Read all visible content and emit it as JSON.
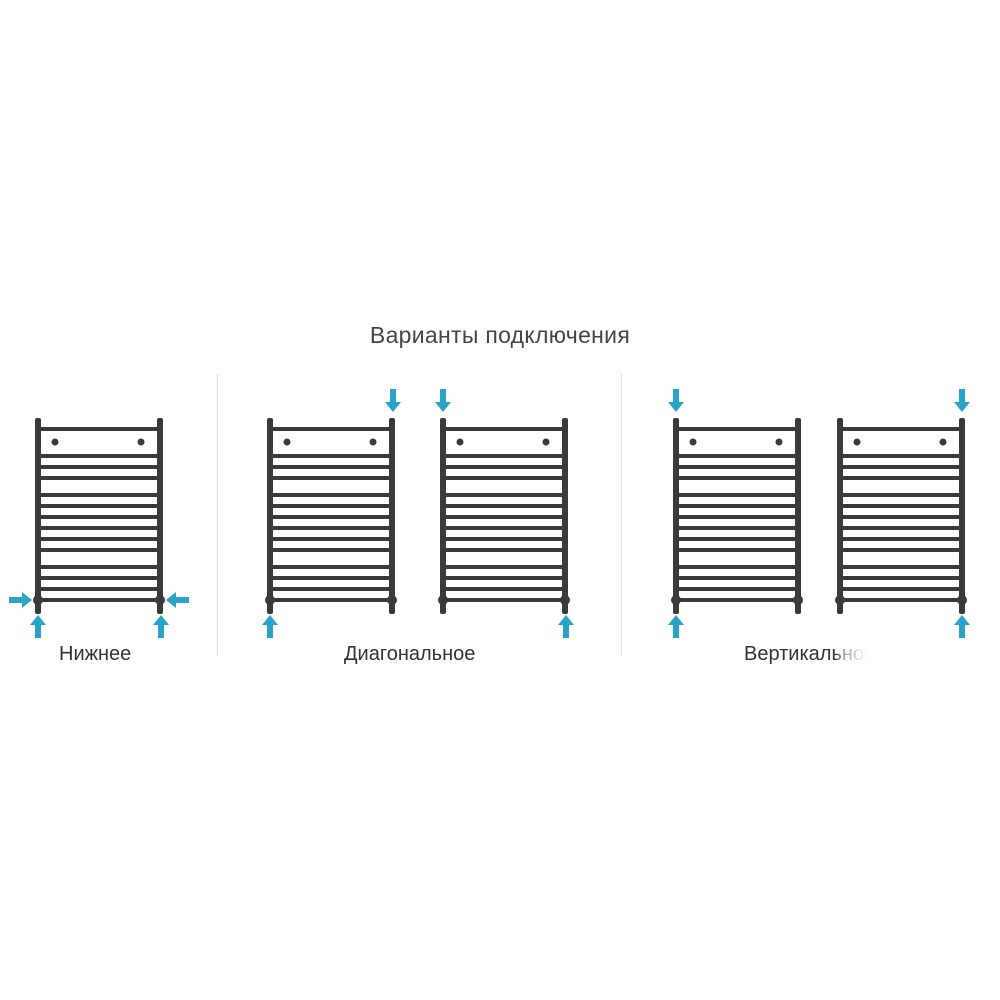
{
  "title": "Варианты подключения",
  "groups": [
    {
      "caption": "Нижнее"
    },
    {
      "caption": "Диагональное"
    },
    {
      "caption": "Вертикальное"
    }
  ],
  "colors": {
    "frame": "#3a3a3a",
    "arrow": "#2aa3c9",
    "text": "#333333"
  },
  "icons": {
    "inlet": "arrow-icon"
  }
}
